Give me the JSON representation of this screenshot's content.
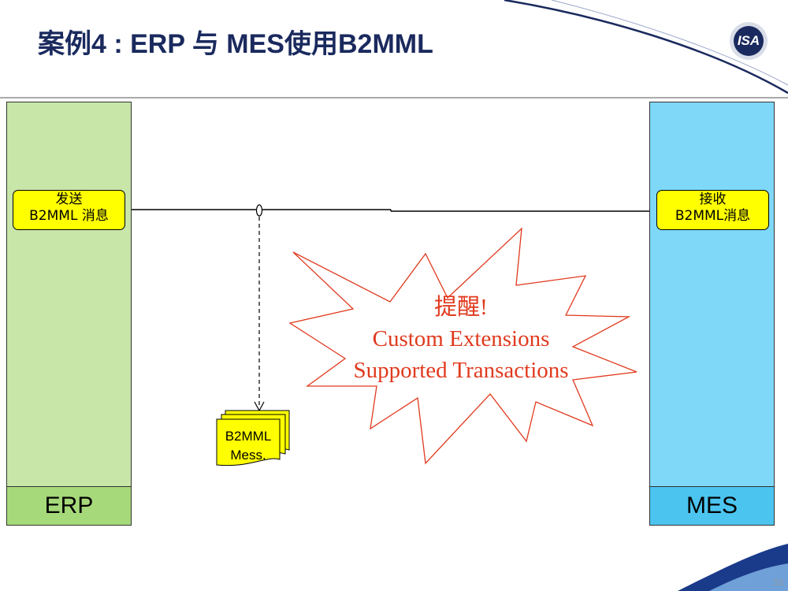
{
  "title": "案例4 : ERP 与 MES使用B2MML",
  "logo": {
    "text": "ISA",
    "color": "#1a2a5e"
  },
  "lanes": {
    "erp": {
      "label": "ERP",
      "color": "#c8e6a8",
      "footer_color": "#a6d97a"
    },
    "mes": {
      "label": "MES",
      "color": "#7fd8f8",
      "footer_color": "#4cc4f0"
    }
  },
  "send_box": {
    "line1": "发送",
    "line2": "B2MML 消息"
  },
  "receive_box": {
    "line1": "接收",
    "line2": "B2MML消息"
  },
  "document": {
    "line1": "B2MML",
    "line2": "Mess."
  },
  "callout": {
    "line1": "提醒!",
    "line2": "Custom Extensions",
    "line3": "Supported Transactions",
    "color": "#e03a1e"
  },
  "page_number": "55"
}
